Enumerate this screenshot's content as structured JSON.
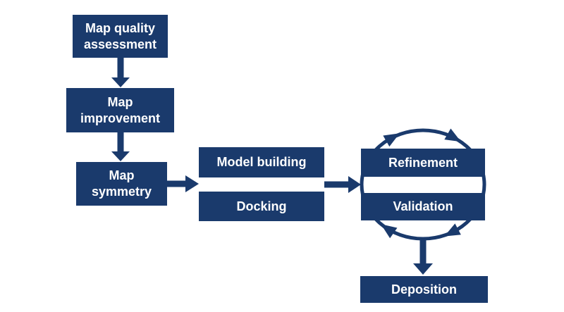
{
  "colors": {
    "accent": "#1A3A6C",
    "text": "#FFFFFF",
    "background": "#FFFFFF"
  },
  "diagram": {
    "type": "flowchart",
    "nodes": {
      "map_quality_assessment": {
        "label": "Map quality\nassessment"
      },
      "map_improvement": {
        "label": "Map\nimprovement"
      },
      "map_symmetry": {
        "label": "Map\nsymmetry"
      },
      "model_building": {
        "label": "Model building"
      },
      "docking": {
        "label": "Docking"
      },
      "refinement": {
        "label": "Refinement"
      },
      "validation": {
        "label": "Validation"
      },
      "deposition": {
        "label": "Deposition"
      }
    },
    "edges": [
      {
        "from": "map_quality_assessment",
        "to": "map_improvement",
        "style": "block-arrow-down"
      },
      {
        "from": "map_improvement",
        "to": "map_symmetry",
        "style": "block-arrow-down"
      },
      {
        "from": "map_symmetry",
        "to": "model_building/docking",
        "style": "block-arrow-right"
      },
      {
        "from": "model_building/docking",
        "to": "refinement/validation",
        "style": "block-arrow-right"
      },
      {
        "from": "refinement",
        "to": "validation",
        "style": "clockwise-cycle-circle"
      },
      {
        "from": "refinement/validation cycle",
        "to": "deposition",
        "style": "block-arrow-down"
      }
    ]
  }
}
